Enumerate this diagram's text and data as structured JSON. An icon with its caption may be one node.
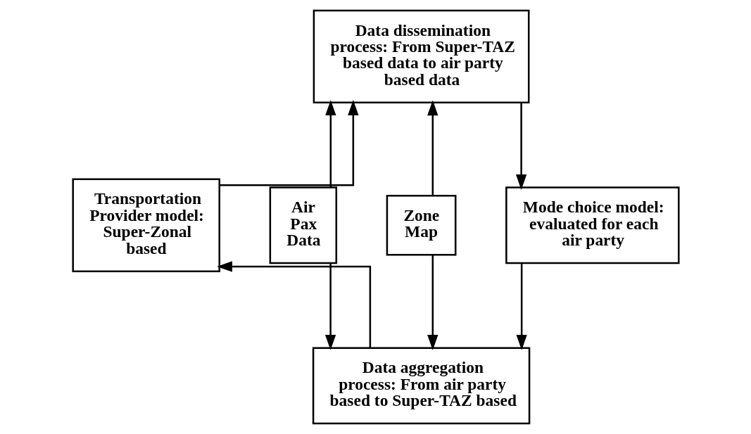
{
  "diagram": {
    "nodes": [
      {
        "text": [
          "Data dissemination process: From Super-TAZ based data to air party based data"
        ]
      },
      {
        "text": [
          "Transportation Provider model: Super-Zonal based"
        ]
      },
      {
        "text": [
          "Air Pax Data"
        ]
      },
      {
        "text": [
          "Zone Map"
        ]
      },
      {
        "text": [
          "Mode choice model: evaluated for each air party"
        ]
      },
      {
        "text": [
          "Data aggregation process: From air party based to Super-TAZ based"
        ]
      }
    ],
    "edges": [
      {
        "from": 1,
        "to": 0,
        "arrow": "to"
      },
      {
        "from": 0,
        "to": 4,
        "arrow": "to"
      },
      {
        "from": 4,
        "to": 5,
        "arrow": "to"
      },
      {
        "from": 5,
        "to": 1,
        "arrow": "to"
      },
      {
        "from": 2,
        "to": 0,
        "arrow": "to"
      },
      {
        "from": 3,
        "to": 0,
        "arrow": "to"
      },
      {
        "from": 2,
        "to": 5,
        "arrow": "to"
      },
      {
        "from": 3,
        "to": 5,
        "arrow": "to"
      }
    ]
  }
}
